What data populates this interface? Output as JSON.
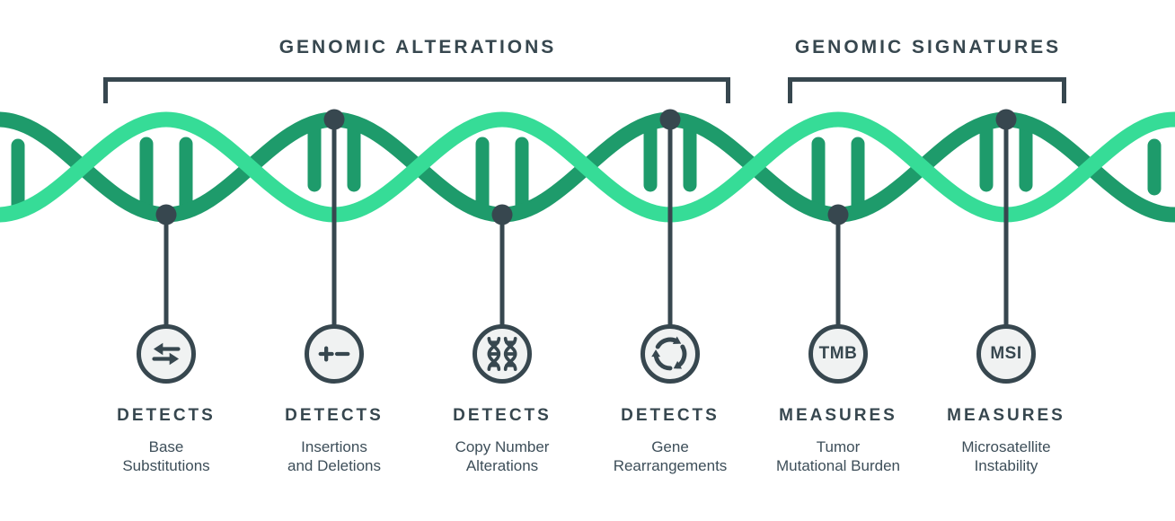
{
  "colors": {
    "slate": "#37474F",
    "strand_dark_green": "#1E9B6B",
    "strand_light_green": "#36DC97",
    "circle_fill": "#F0F2F2",
    "background": "#FFFFFF"
  },
  "headers": [
    {
      "label": "GENOMIC ALTERATIONS"
    },
    {
      "label": "GENOMIC SIGNATURES"
    }
  ],
  "helix": {
    "description": "dna-double-helix-graphic",
    "marker_positions": [
      "base-substitutions",
      "insertions-and-deletions",
      "copy-number-alterations",
      "gene-rearrangements",
      "tumor-mutational-burden",
      "microsatellite-instability"
    ]
  },
  "callouts": [
    {
      "icon": "swap-arrows-icon",
      "action": "DETECTS",
      "label_line1": "Base",
      "label_line2": "Substitutions"
    },
    {
      "icon": "plus-minus-icon",
      "action": "DETECTS",
      "label_line1": "Insertions",
      "label_line2": "and Deletions"
    },
    {
      "icon": "double-helix-icon",
      "action": "DETECTS",
      "label_line1": "Copy Number",
      "label_line2": "Alterations"
    },
    {
      "icon": "cycle-arrows-icon",
      "action": "DETECTS",
      "label_line1": "Gene",
      "label_line2": "Rearrangements"
    },
    {
      "icon": "text-badge",
      "badge": "TMB",
      "action": "MEASURES",
      "label_line1": "Tumor",
      "label_line2": "Mutational Burden"
    },
    {
      "icon": "text-badge",
      "badge": "MSI",
      "action": "MEASURES",
      "label_line1": "Microsatellite",
      "label_line2": "Instability"
    }
  ]
}
